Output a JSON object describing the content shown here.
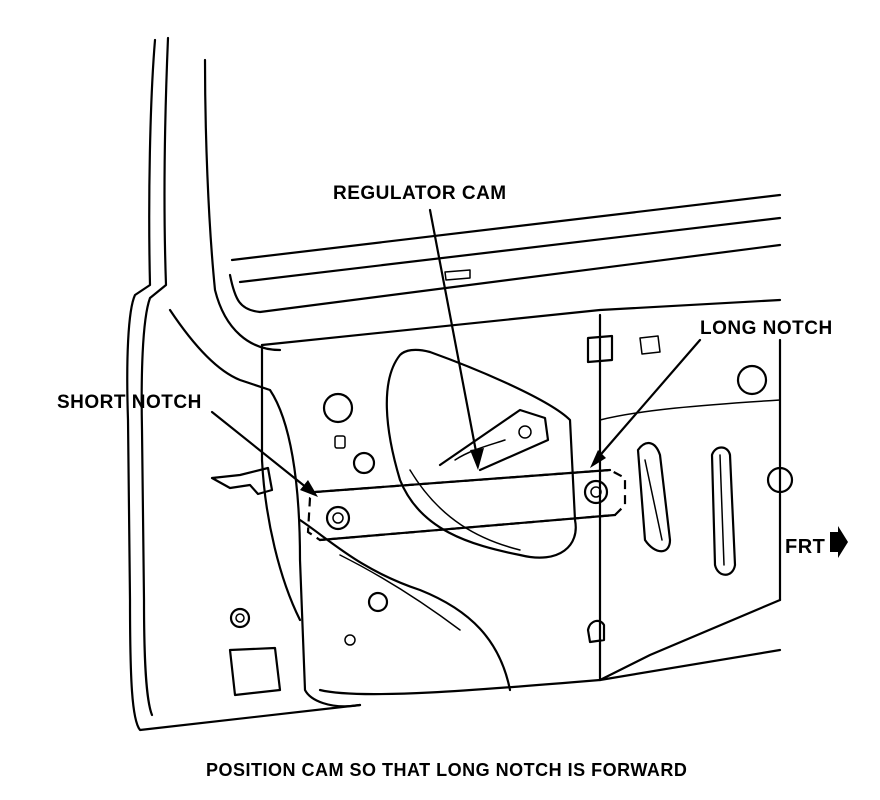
{
  "labels": {
    "regulator_cam": "REGULATOR CAM",
    "long_notch": "LONG NOTCH",
    "short_notch": "SHORT NOTCH",
    "front": "FRT",
    "caption": "POSITION CAM SO THAT LONG NOTCH IS FORWARD"
  },
  "icons": {
    "front_arrow": "front-direction-arrow-icon"
  }
}
